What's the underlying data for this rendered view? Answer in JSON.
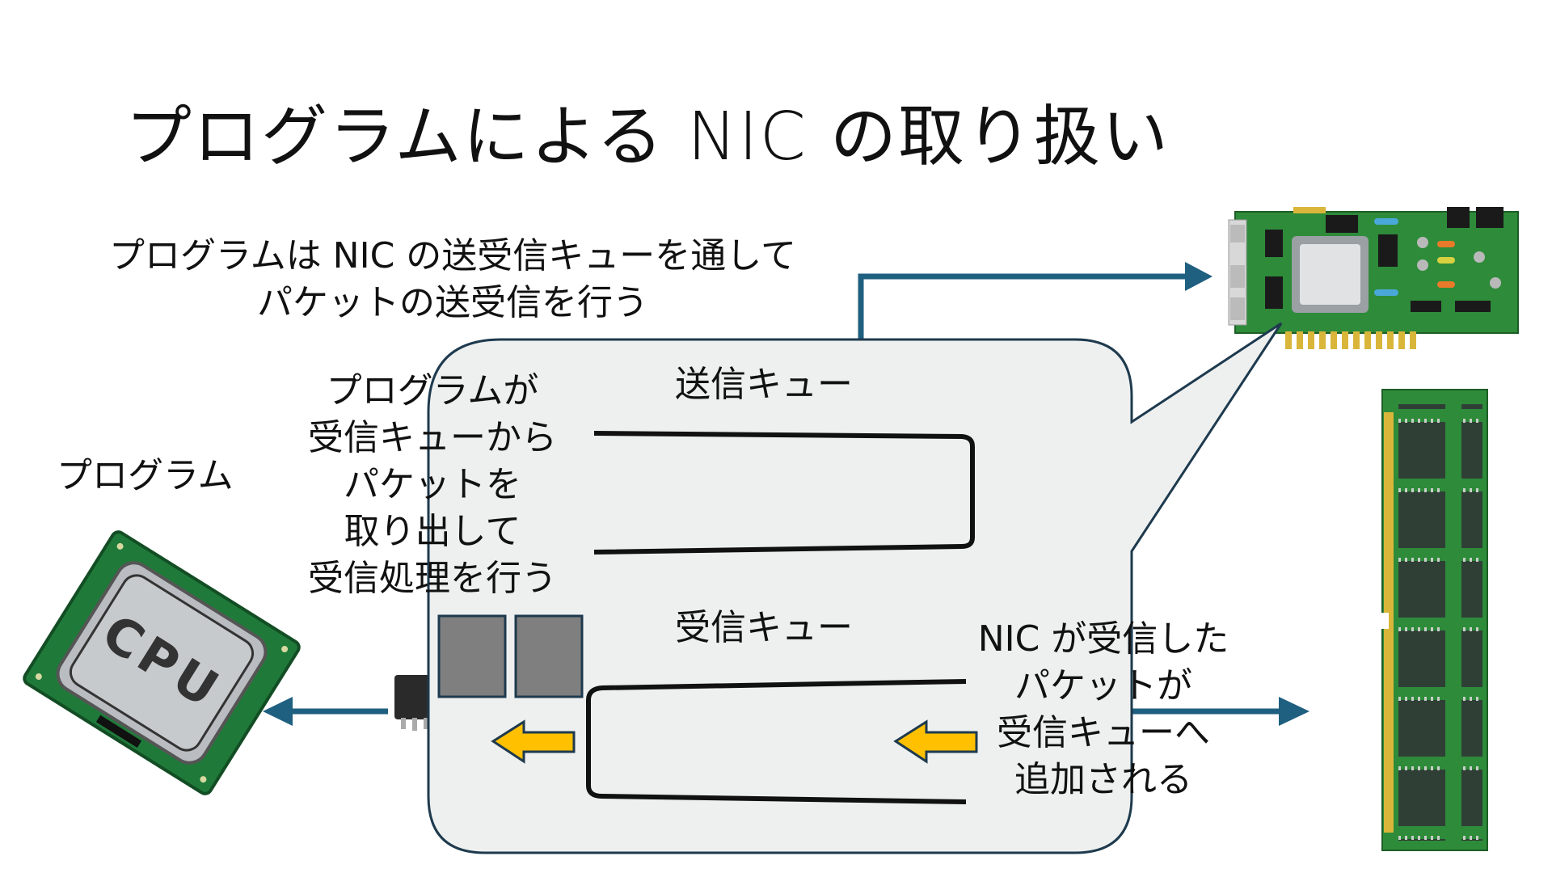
{
  "title": "プログラムによる NIC の取り扱い",
  "description": [
    "プログラムは NIC の送受信キューを通して",
    "パケットの送受信を行う"
  ],
  "program_label": "プログラム",
  "receive_process_note": [
    "プログラムが",
    "受信キューから",
    "パケットを",
    "取り出して",
    "受信処理を行う"
  ],
  "send_queue_label": "送信キュー",
  "receive_queue_label": "受信キュー",
  "nic_note": [
    "NIC が受信した",
    "パケットが",
    "受信キューへ",
    "追加される"
  ],
  "cpu_chip_text": "CPU",
  "colors": {
    "arrow": "#1f5f80",
    "bubble_fill": "#eef0f0",
    "bubble_stroke": "#1e3a4e",
    "packet": "#7f7f7f",
    "yellow": "#ffc000",
    "pcb": "#2e8b3a"
  }
}
